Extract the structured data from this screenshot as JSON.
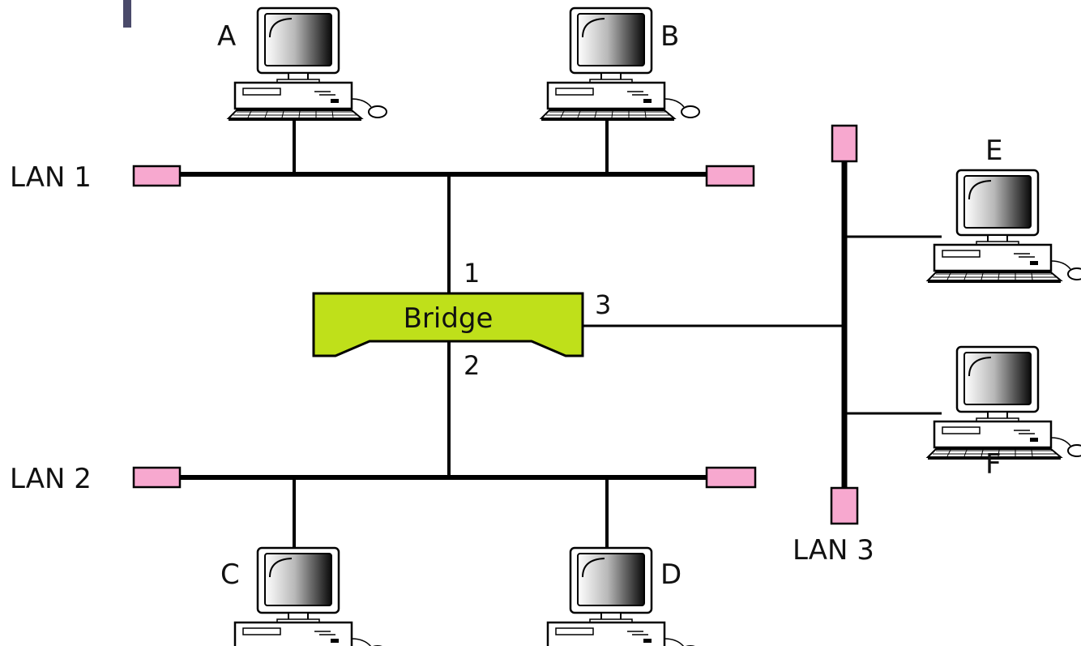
{
  "colors": {
    "background": "#ffffff",
    "line": "#000000",
    "terminator": "#f7a8cf",
    "bridge": "#bfe01a",
    "slide_accent": "#4a4a6a"
  },
  "bridge": {
    "label": "Bridge"
  },
  "ports": [
    "1",
    "2",
    "3"
  ],
  "lans": [
    {
      "label": "LAN 1"
    },
    {
      "label": "LAN 2"
    },
    {
      "label": "LAN 3"
    }
  ],
  "hosts": [
    {
      "label": "A",
      "icon": "computer-icon"
    },
    {
      "label": "B",
      "icon": "computer-icon"
    },
    {
      "label": "C",
      "icon": "computer-icon"
    },
    {
      "label": "D",
      "icon": "computer-icon"
    },
    {
      "label": "E",
      "icon": "computer-icon"
    },
    {
      "label": "F",
      "icon": "computer-icon"
    }
  ]
}
